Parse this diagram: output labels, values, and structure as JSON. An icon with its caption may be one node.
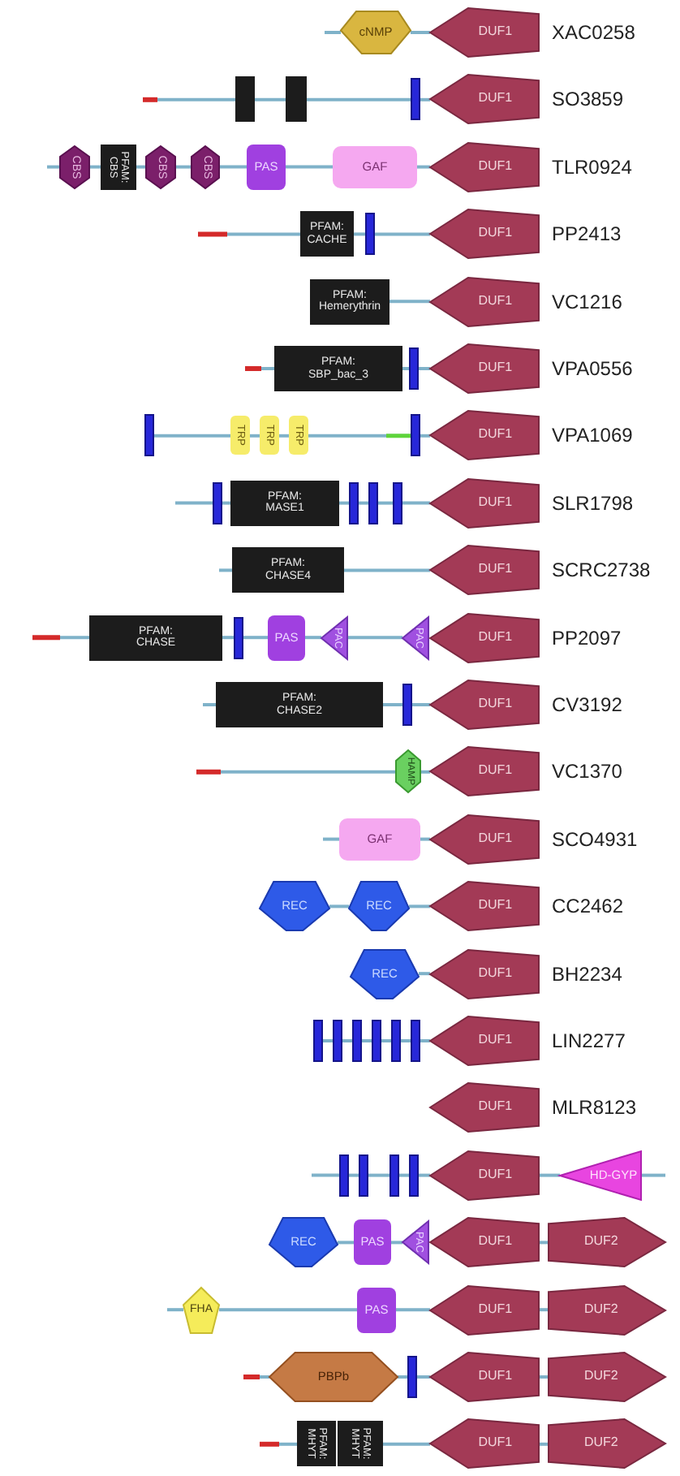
{
  "diagram": {
    "nodes": [
      {
        "text": [
          "cNMP"
        ]
      },
      {
        "text": [
          "DUF1"
        ]
      },
      {
        "text": [],
        "shape": "box"
      },
      {
        "text": [],
        "shape": "box"
      },
      {
        "text": [],
        "shape": "bar"
      },
      {
        "text": [
          "DUF1"
        ]
      },
      {
        "text": [
          "CBS"
        ]
      },
      {
        "text": [
          "PFAM: CBS"
        ]
      },
      {
        "text": [
          "CBS"
        ]
      },
      {
        "text": [
          "CBS"
        ]
      },
      {
        "text": [
          "PAS"
        ]
      },
      {
        "text": [
          "GAF"
        ]
      },
      {
        "text": [
          "DUF1"
        ]
      },
      {
        "text": [
          "PFAM: CACHE"
        ]
      },
      {
        "text": [],
        "shape": "bar"
      },
      {
        "text": [
          "DUF1"
        ]
      },
      {
        "text": [
          "PFAM: Hemerythrin"
        ]
      },
      {
        "text": [
          "DUF1"
        ]
      },
      {
        "text": [
          "PFAM: SBP_bac_3"
        ]
      },
      {
        "text": [],
        "shape": "bar"
      },
      {
        "text": [
          "DUF1"
        ]
      },
      {
        "text": [],
        "shape": "bar"
      },
      {
        "text": [
          "TRP"
        ]
      },
      {
        "text": [
          "TRP"
        ]
      },
      {
        "text": [
          "TRP"
        ]
      },
      {
        "text": [],
        "shape": "bar"
      },
      {
        "text": [
          "DUF1"
        ]
      },
      {
        "text": [],
        "shape": "bar"
      },
      {
        "text": [
          "PFAM: MASE1"
        ]
      },
      {
        "text": [],
        "shape": "bar"
      },
      {
        "text": [],
        "shape": "bar"
      },
      {
        "text": [],
        "shape": "bar"
      },
      {
        "text": [
          "DUF1"
        ]
      },
      {
        "text": [
          "PFAM: CHASE4"
        ]
      },
      {
        "text": [
          "DUF1"
        ]
      },
      {
        "text": [
          "PFAM: CHASE"
        ]
      },
      {
        "text": [],
        "shape": "bar"
      },
      {
        "text": [
          "PAS"
        ]
      },
      {
        "text": [
          "PAC"
        ]
      },
      {
        "text": [
          "PAC"
        ]
      },
      {
        "text": [
          "DUF1"
        ]
      },
      {
        "text": [
          "PFAM: CHASE2"
        ]
      },
      {
        "text": [],
        "shape": "bar"
      },
      {
        "text": [
          "DUF1"
        ]
      },
      {
        "text": [
          "HAMP"
        ]
      },
      {
        "text": [
          "DUF1"
        ]
      },
      {
        "text": [
          "GAF"
        ]
      },
      {
        "text": [
          "DUF1"
        ]
      },
      {
        "text": [
          "REC"
        ]
      },
      {
        "text": [
          "REC"
        ]
      },
      {
        "text": [
          "DUF1"
        ]
      },
      {
        "text": [
          "REC"
        ]
      },
      {
        "text": [
          "DUF1"
        ]
      },
      {
        "text": [],
        "shape": "bar"
      },
      {
        "text": [],
        "shape": "bar"
      },
      {
        "text": [],
        "shape": "bar"
      },
      {
        "text": [],
        "shape": "bar"
      },
      {
        "text": [],
        "shape": "bar"
      },
      {
        "text": [],
        "shape": "bar"
      },
      {
        "text": [
          "DUF1"
        ]
      },
      {
        "text": [
          "DUF1"
        ]
      },
      {
        "text": [],
        "shape": "bar"
      },
      {
        "text": [],
        "shape": "bar"
      },
      {
        "text": [],
        "shape": "bar"
      },
      {
        "text": [],
        "shape": "bar"
      },
      {
        "text": [
          "DUF1"
        ]
      },
      {
        "text": [
          "HD-GYP"
        ]
      },
      {
        "text": [
          "REC"
        ]
      },
      {
        "text": [
          "PAS"
        ]
      },
      {
        "text": [
          "PAC"
        ]
      },
      {
        "text": [
          "DUF1"
        ]
      },
      {
        "text": [
          "DUF2"
        ]
      },
      {
        "text": [
          "FHA"
        ]
      },
      {
        "text": [
          "PAS"
        ]
      },
      {
        "text": [
          "DUF1"
        ]
      },
      {
        "text": [
          "DUF2"
        ]
      },
      {
        "text": [
          "PBPb"
        ]
      },
      {
        "text": [],
        "shape": "bar"
      },
      {
        "text": [
          "DUF1"
        ]
      },
      {
        "text": [
          "DUF2"
        ]
      },
      {
        "text": [
          "PFAM: MHYT"
        ]
      },
      {
        "text": [
          "PFAM: MHYT"
        ]
      },
      {
        "text": [
          "DUF1"
        ]
      },
      {
        "text": [
          "DUF2"
        ]
      }
    ],
    "edges": [
      {
        "from": null,
        "to": 0,
        "arrow": "none"
      },
      {
        "from": 0,
        "to": 1,
        "arrow": "none"
      },
      {
        "from": null,
        "to": 2,
        "arrow": "none"
      },
      {
        "from": 2,
        "to": 3,
        "arrow": "none"
      },
      {
        "from": 3,
        "to": 4,
        "arrow": "none"
      },
      {
        "from": 4,
        "to": 5,
        "arrow": "none"
      },
      {
        "from": null,
        "to": 6,
        "arrow": "none"
      },
      {
        "from": 6,
        "to": 7,
        "arrow": "none"
      },
      {
        "from": 7,
        "to": 8,
        "arrow": "none"
      },
      {
        "from": 8,
        "to": 9,
        "arrow": "none"
      },
      {
        "from": 9,
        "to": 10,
        "arrow": "none"
      },
      {
        "from": 10,
        "to": 11,
        "arrow": "none"
      },
      {
        "from": 11,
        "to": 12,
        "arrow": "none"
      },
      {
        "from": null,
        "to": 13,
        "arrow": "none"
      },
      {
        "from": 13,
        "to": 14,
        "arrow": "none"
      },
      {
        "from": 14,
        "to": 15,
        "arrow": "none"
      },
      {
        "from": 16,
        "to": 17,
        "arrow": "none"
      },
      {
        "from": null,
        "to": 18,
        "arrow": "none"
      },
      {
        "from": 18,
        "to": 19,
        "arrow": "none"
      },
      {
        "from": 19,
        "to": 20,
        "arrow": "none"
      },
      {
        "from": 21,
        "to": 22,
        "arrow": "none"
      },
      {
        "from": 22,
        "to": 23,
        "arrow": "none"
      },
      {
        "from": 23,
        "to": 24,
        "arrow": "none"
      },
      {
        "from": 24,
        "to": 25,
        "arrow": "none"
      },
      {
        "from": 25,
        "to": 26,
        "arrow": "none"
      },
      {
        "from": null,
        "to": 27,
        "arrow": "none"
      },
      {
        "from": 27,
        "to": 28,
        "arrow": "none"
      },
      {
        "from": 28,
        "to": 29,
        "arrow": "none"
      },
      {
        "from": 29,
        "to": 30,
        "arrow": "none"
      },
      {
        "from": 30,
        "to": 31,
        "arrow": "none"
      },
      {
        "from": 31,
        "to": 32,
        "arrow": "none"
      },
      {
        "from": null,
        "to": 33,
        "arrow": "none"
      },
      {
        "from": 33,
        "to": 34,
        "arrow": "none"
      },
      {
        "from": null,
        "to": 35,
        "arrow": "none"
      },
      {
        "from": 35,
        "to": 36,
        "arrow": "none"
      },
      {
        "from": 36,
        "to": 37,
        "arrow": "none"
      },
      {
        "from": 37,
        "to": 38,
        "arrow": "none"
      },
      {
        "from": 38,
        "to": 39,
        "arrow": "none"
      },
      {
        "from": null,
        "to": 41,
        "arrow": "none"
      },
      {
        "from": 41,
        "to": 42,
        "arrow": "none"
      },
      {
        "from": 42,
        "to": 43,
        "arrow": "none"
      },
      {
        "from": null,
        "to": 44,
        "arrow": "none"
      },
      {
        "from": 44,
        "to": 45,
        "arrow": "none"
      },
      {
        "from": null,
        "to": 46,
        "arrow": "none"
      },
      {
        "from": 46,
        "to": 47,
        "arrow": "none"
      },
      {
        "from": 48,
        "to": 49,
        "arrow": "none"
      },
      {
        "from": 49,
        "to": 50,
        "arrow": "none"
      },
      {
        "from": 51,
        "to": 52,
        "arrow": "none"
      },
      {
        "from": 53,
        "to": 54,
        "arrow": "none"
      },
      {
        "from": 54,
        "to": 55,
        "arrow": "none"
      },
      {
        "from": 55,
        "to": 56,
        "arrow": "none"
      },
      {
        "from": 56,
        "to": 57,
        "arrow": "none"
      },
      {
        "from": 57,
        "to": 58,
        "arrow": "none"
      },
      {
        "from": 58,
        "to": 59,
        "arrow": "none"
      },
      {
        "from": null,
        "to": 61,
        "arrow": "none"
      },
      {
        "from": 61,
        "to": 62,
        "arrow": "none"
      },
      {
        "from": 62,
        "to": 63,
        "arrow": "none"
      },
      {
        "from": 63,
        "to": 64,
        "arrow": "none"
      },
      {
        "from": 64,
        "to": 65,
        "arrow": "none"
      },
      {
        "from": 65,
        "to": 66,
        "arrow": "none"
      },
      {
        "from": 66,
        "to": null,
        "arrow": "none"
      },
      {
        "from": 67,
        "to": 68,
        "arrow": "none"
      },
      {
        "from": 68,
        "to": 69,
        "arrow": "none"
      },
      {
        "from": 70,
        "to": 71,
        "arrow": "none"
      },
      {
        "from": null,
        "to": 72,
        "arrow": "none"
      },
      {
        "from": 72,
        "to": 73,
        "arrow": "none"
      },
      {
        "from": 73,
        "to": 74,
        "arrow": "none"
      },
      {
        "from": 74,
        "to": 75,
        "arrow": "none"
      },
      {
        "from": null,
        "to": 76,
        "arrow": "none"
      },
      {
        "from": 76,
        "to": 77,
        "arrow": "none"
      },
      {
        "from": 77,
        "to": 78,
        "arrow": "none"
      },
      {
        "from": 78,
        "to": 79,
        "arrow": "none"
      },
      {
        "from": null,
        "to": 80,
        "arrow": "none"
      },
      {
        "from": 81,
        "to": 82,
        "arrow": "none"
      },
      {
        "from": 82,
        "to": 83,
        "arrow": "none"
      }
    ],
    "labels": [
      "XAC0258",
      "SO3859",
      "TLR0924",
      "PP2413",
      "VC1216",
      "VPA0556",
      "VPA1069",
      "SLR1798",
      "SCRC2738",
      "PP2097",
      "CV3192",
      "VC1370",
      "SCO4931",
      "CC2462",
      "BH2234",
      "LIN2277",
      "MLR8123"
    ]
  }
}
